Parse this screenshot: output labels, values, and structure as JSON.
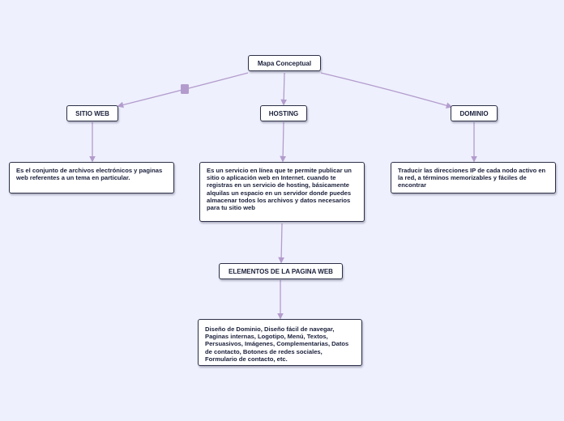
{
  "colors": {
    "background": "#eef0fd",
    "connector": "#b39ccd",
    "node_border": "#2d3147",
    "text": "#1a1f3a"
  },
  "root": {
    "label": "Mapa Conceptual"
  },
  "topics": {
    "sitio_web": {
      "label": "SITIO WEB",
      "description": "Es el conjunto de archivos electrónicos y paginas web referentes a un tema en particular."
    },
    "hosting": {
      "label": "HOSTING",
      "description": "Es un servicio en línea que te permite publicar un sitio o aplicación web en Internet. cuando te registras en un servicio de hosting, básicamente alquilas un espacio en un servidor donde puedes almacenar todos los archivos y datos necesarios para tu sitio web"
    },
    "dominio": {
      "label": "DOMINIO",
      "description": "Traducir las direcciones IP de cada nodo activo en la red, a términos memorizables y fáciles de encontrar"
    }
  },
  "elementos": {
    "label": "ELEMENTOS DE LA PAGINA WEB",
    "description": "Diseño de Dominio, Diseño fácil de navegar, Paginas internas, Logotipo, Menú, Textos, Persuasivos, Imágenes, Complementarias, Datos de contacto, Botones  de redes sociales, Formulario de contacto, etc."
  }
}
